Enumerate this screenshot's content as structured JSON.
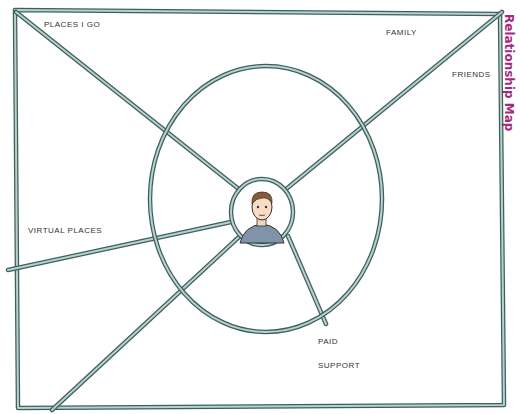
{
  "diagram": {
    "title": "Relationship Map",
    "labels": [
      "PLACES I GO",
      "FAMILY",
      "FRIENDS",
      "VIRTUAL PLACES",
      "PAID SUPPORT"
    ]
  }
}
